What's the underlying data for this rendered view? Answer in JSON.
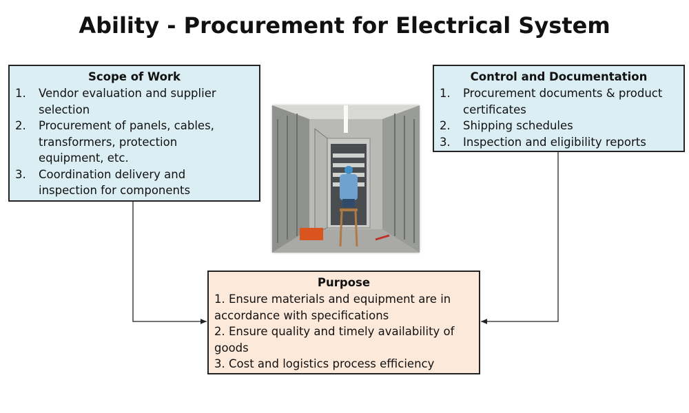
{
  "title": "Ability - Procurement for Electrical System",
  "scope": {
    "heading": "Scope of Work",
    "items": [
      {
        "num": "1.",
        "text": "Vendor evaluation and supplier selection"
      },
      {
        "num": "2.",
        "text": "Procurement of panels, cables, transformers, protection equipment, etc."
      },
      {
        "num": "3.",
        "text": "Coordination delivery and inspection for components"
      }
    ]
  },
  "control": {
    "heading": "Control and Documentation",
    "items": [
      {
        "num": "1.",
        "text": "Procurement documents & product certificates"
      },
      {
        "num": "2.",
        "text": "Shipping schedules"
      },
      {
        "num": "3.",
        "text": "Inspection and eligibility reports"
      }
    ]
  },
  "purpose": {
    "heading": "Purpose",
    "items": [
      "1. Ensure materials and equipment are in accordance with specifications",
      "2. Ensure quality and timely availability of goods",
      "3. Cost and logistics process efficiency"
    ]
  },
  "colors": {
    "scope_bg": "#daeef3",
    "purpose_bg": "#fde9d9",
    "line": "#222222"
  }
}
